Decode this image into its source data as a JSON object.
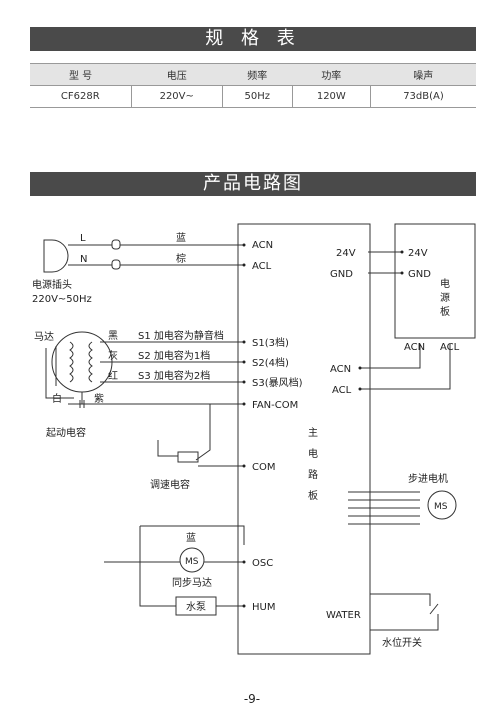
{
  "spec": {
    "title": "规 格 表",
    "headers": [
      "型 号",
      "电压",
      "频率",
      "功率",
      "噪声"
    ],
    "row": [
      "CF628R",
      "220V~",
      "50Hz",
      "120W",
      "73dB(A)"
    ]
  },
  "circuit": {
    "title": "产品电路图",
    "plug": {
      "L": "L",
      "N": "N",
      "label1": "电源插头",
      "label2": "220V~50Hz"
    },
    "wires": {
      "blue": "蓝",
      "brown": "棕",
      "black": "黑",
      "gray": "灰",
      "red": "红",
      "white": "白",
      "purple": "紫",
      "blue2": "蓝"
    },
    "board": {
      "terminals": [
        "ACN",
        "ACL",
        "S1(3档)",
        "S2(4档)",
        "S3(暴风档)",
        "FAN-COM",
        "COM",
        "OSC",
        "HUM"
      ],
      "label": [
        "主",
        "电",
        "路",
        "板"
      ],
      "water": "WATER",
      "right_acn": "ACN",
      "right_acl": "ACL",
      "v24": "24V",
      "gnd": "GND"
    },
    "power_board": {
      "v24": "24V",
      "gnd": "GND",
      "acn": "ACN",
      "acl": "ACL",
      "label": [
        "电",
        "源",
        "板"
      ]
    },
    "motor": {
      "label": "马达",
      "s1": "S1 加电容为静音档",
      "s2": "S2 加电容为1档",
      "s3": "S3 加电容为2档",
      "cap_label": "起动电容"
    },
    "speed_cap": "调速电容",
    "sync_motor": {
      "ms": "MS",
      "label": "同步马达"
    },
    "pump": "水泵",
    "stepper": {
      "label": "步进电机",
      "ms": "MS"
    },
    "water_switch": "水位开关"
  },
  "page_number": "-9-"
}
